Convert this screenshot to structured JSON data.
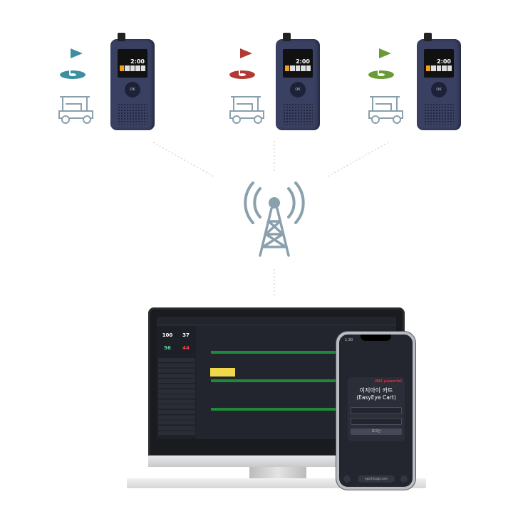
{
  "groups": [
    {
      "flag_color": "#3c8fa0",
      "radio_time": "2:00"
    },
    {
      "flag_color": "#b23a34",
      "radio_time": "2:00"
    },
    {
      "flag_color": "#6a9a36",
      "radio_time": "2:00"
    }
  ],
  "radio": {
    "ok_label": "OK"
  },
  "dashboard": {
    "stats": [
      "100",
      "37",
      "56",
      "44"
    ]
  },
  "phone": {
    "time": "1:30",
    "logo": "IBIS powertel",
    "title": "이지아이 카트",
    "subtitle": "(EasyEye Cart)",
    "login_button": "로그인",
    "url": "egolf.ibisgt.com"
  },
  "colors": {
    "icon_gray": "#8aa0ad",
    "track_green": "#1f8a3a"
  }
}
